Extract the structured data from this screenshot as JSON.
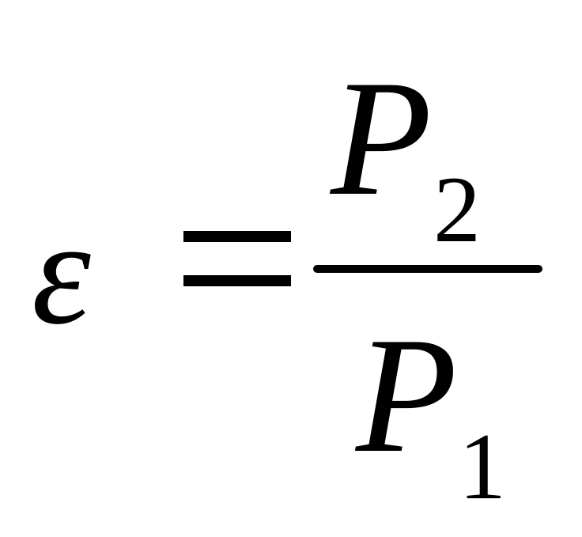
{
  "formula": {
    "lhs": "ε",
    "numerator": {
      "symbol": "P",
      "subscript": "2"
    },
    "denominator": {
      "symbol": "P",
      "subscript": "1"
    }
  }
}
